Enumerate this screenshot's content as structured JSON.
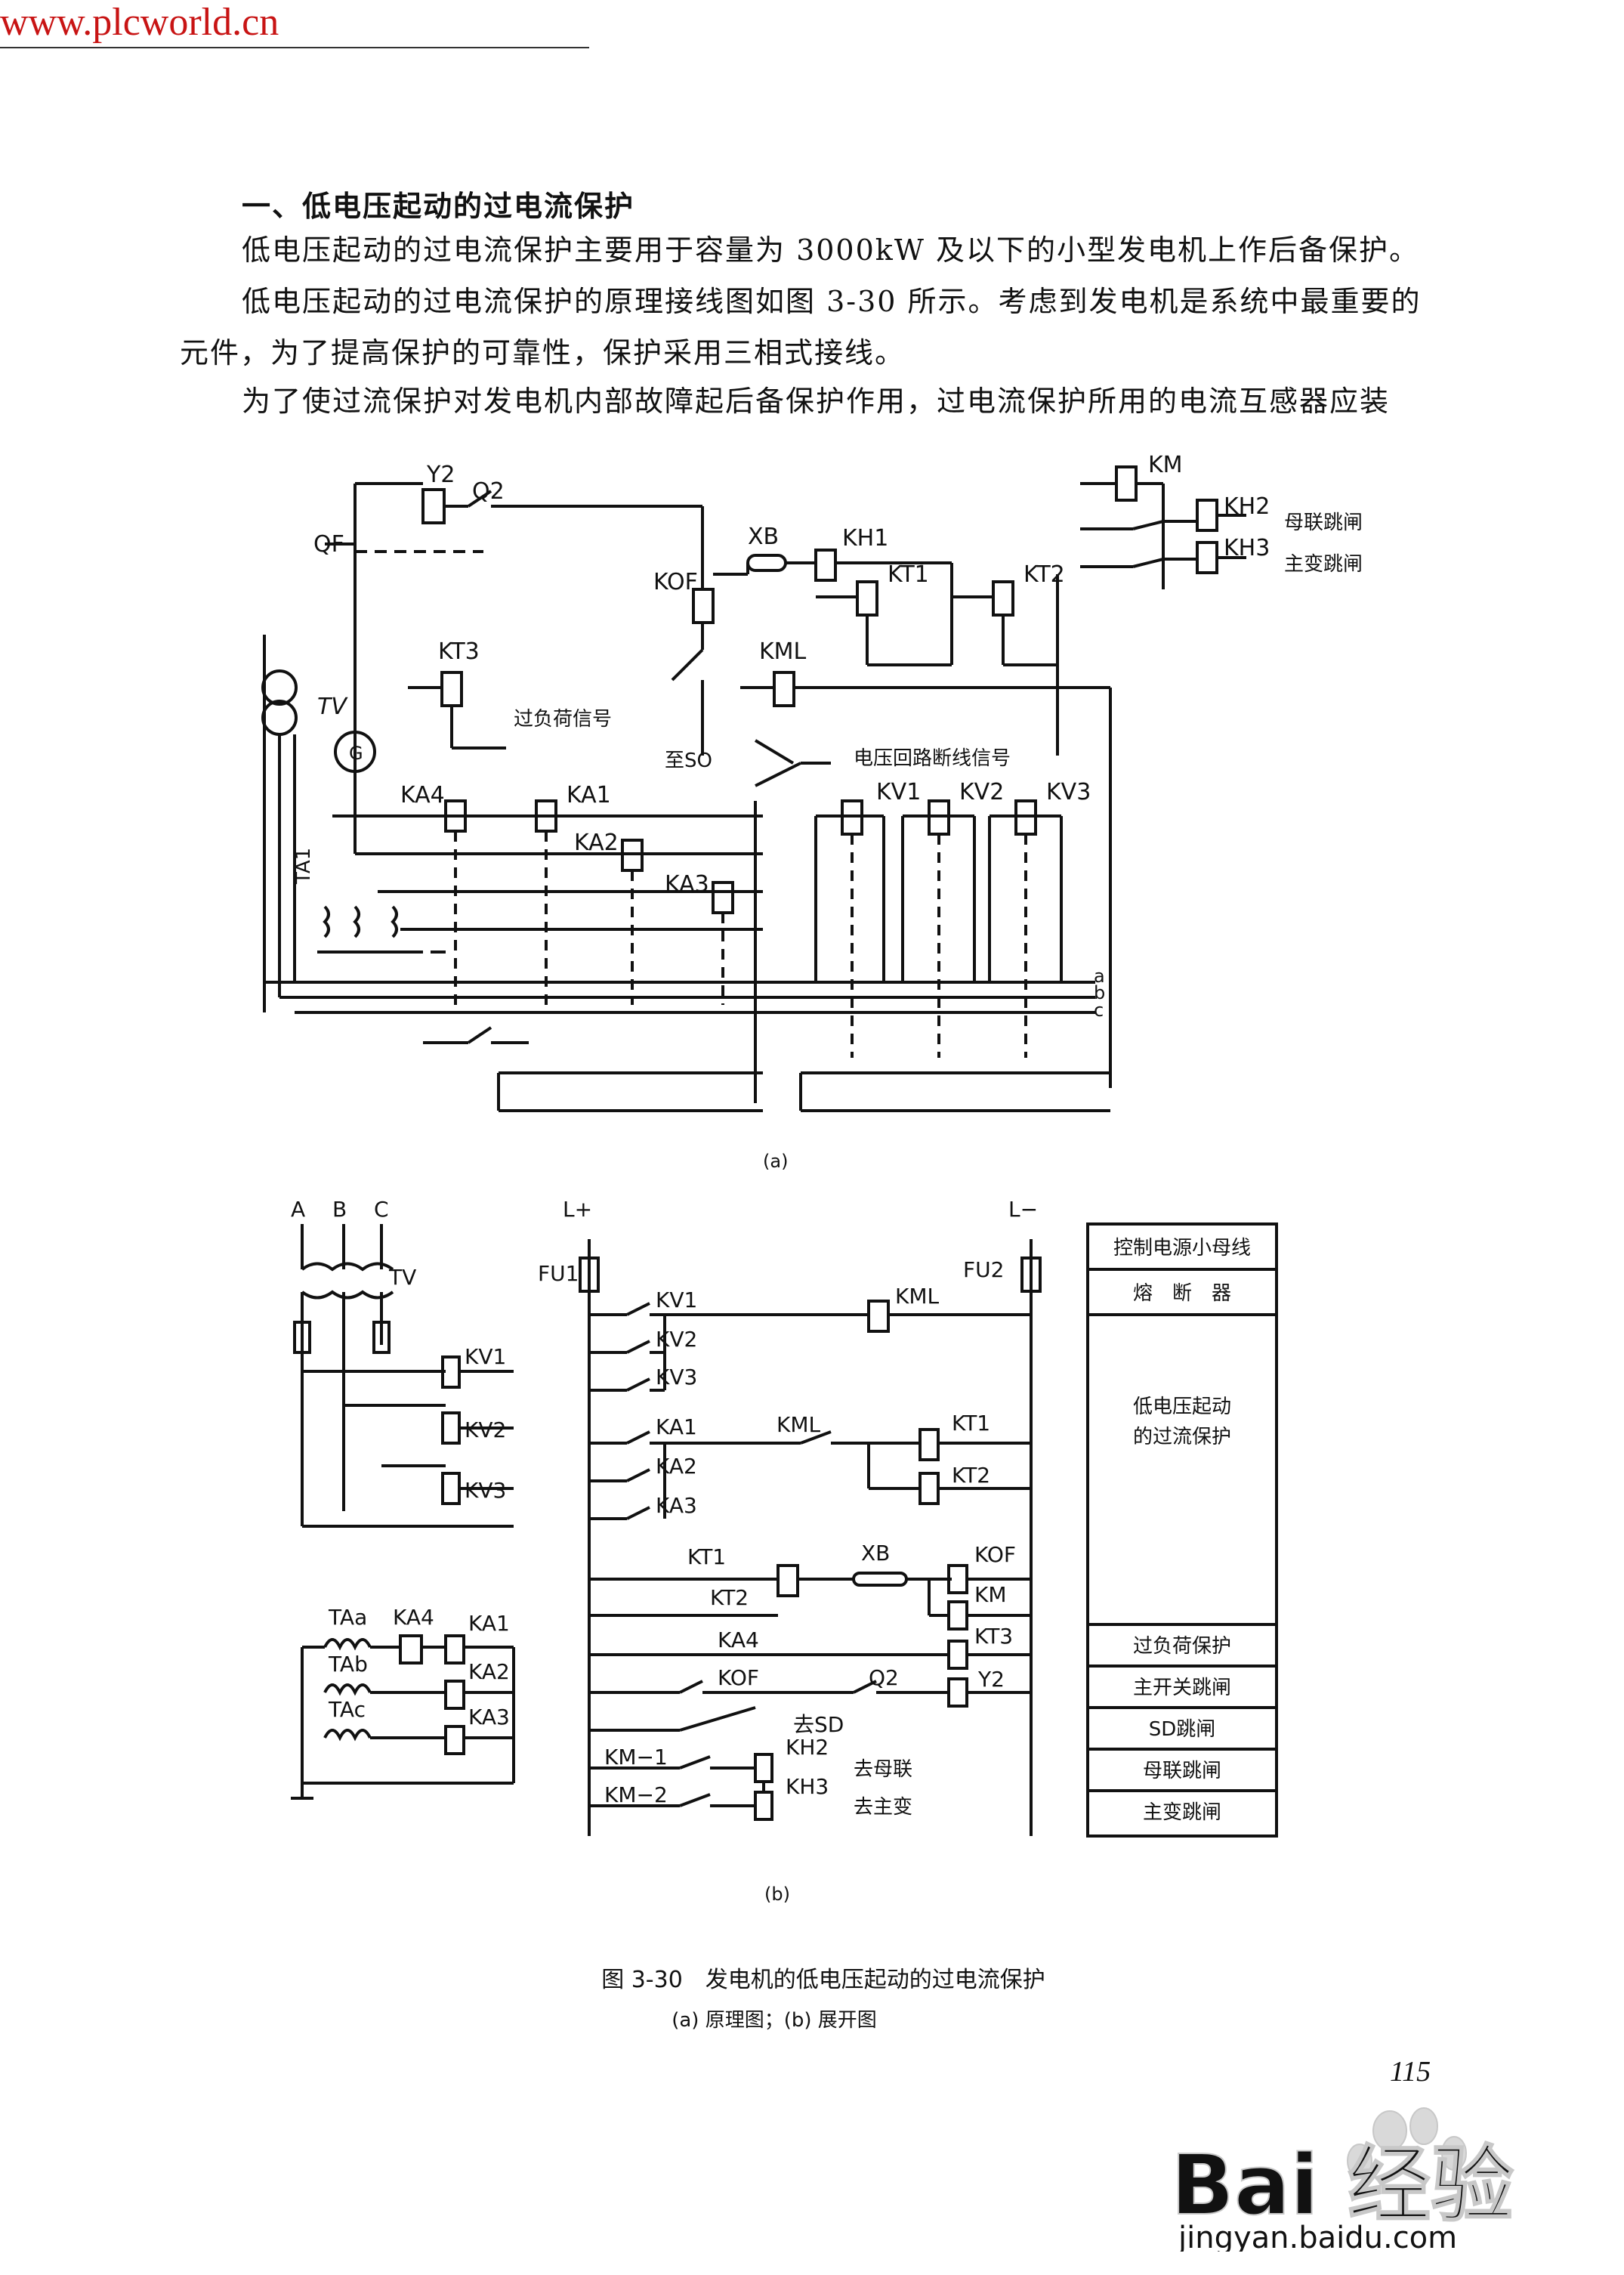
{
  "header": {
    "site_url": "www.plcworld.cn"
  },
  "section": {
    "heading": "一、低电压起动的过电流保护"
  },
  "paragraphs": {
    "p1": "低电压起动的过电流保护主要用于容量为 3000kW 及以下的小型发电机上作后备保护。",
    "p2a": "低电压起动的过电流保护的原理接线图如图 3-30 所示。考虑到发电机是系统中最重要的",
    "p2b": "元件，为了提高保护的可靠性，保护采用三相式接线。",
    "p3": "为了使过流保护对发电机内部故障起后备保护作用，过电流保护所用的电流互感器应装"
  },
  "diagram_a": {
    "labels": {
      "y2": "Y2",
      "q2": "Q2",
      "qf": "QF",
      "km": "KM",
      "kh2": "KH2",
      "kh3": "KH3",
      "bus_trip": "母联跳闸",
      "main_trip": "主变跳闸",
      "xb": "XB",
      "kh1": "KH1",
      "kt1": "KT1",
      "kt2": "KT2",
      "kof": "KOF",
      "kt3": "KT3",
      "kml": "KML",
      "tv": "TV",
      "g": "G",
      "overload_signal": "过负荷信号",
      "to_so": "至SO",
      "vloss_signal": "电压回路断线信号",
      "ka4": "KA4",
      "ka1": "KA1",
      "ka2": "KA2",
      "ka3": "KA3",
      "kv1": "KV1",
      "kv2": "KV2",
      "kv3": "KV3",
      "ta1": "TA1",
      "a": "a",
      "b": "b",
      "c": "c"
    },
    "caption": "(a)"
  },
  "diagram_b": {
    "labels": {
      "A": "A",
      "B": "B",
      "C": "C",
      "tv": "TV",
      "kv1": "KV1",
      "kv2": "KV2",
      "kv3": "KV3",
      "ta_a": "TAa",
      "ta_b": "TAb",
      "ta_c": "TAc",
      "ka4": "KA4",
      "ka1": "KA1",
      "ka2": "KA2",
      "ka3": "KA3",
      "l_plus": "L+",
      "l_minus": "L−",
      "fu1": "FU1",
      "fu2": "FU2",
      "kml": "KML",
      "kt1": "KT1",
      "kt2": "KT2",
      "xb": "XB",
      "kof": "KOF",
      "km": "KM",
      "kt3": "KT3",
      "q2": "Q2",
      "y2": "Y2",
      "to_sd": "去SD",
      "km1": "KM−1",
      "km2": "KM−2",
      "kh2": "KH2",
      "kh3": "KH3",
      "to_bus": "去母联",
      "to_main": "去主变"
    },
    "side_table": [
      "控制电源小母线",
      "熔　断　器",
      "低电压起动\n的过流保护",
      "过负荷保护",
      "主开关跳闸",
      "SD跳闸",
      "母联跳闸",
      "主变跳闸"
    ],
    "caption": "(b)"
  },
  "figure": {
    "title": "图 3-30　发电机的低电压起动的过电流保护",
    "subtitle": "(a) 原理图；(b) 展开图"
  },
  "page_number": "115",
  "watermark": {
    "logo_text": "Bai 经验",
    "url": "jingyan.baidu.com"
  }
}
